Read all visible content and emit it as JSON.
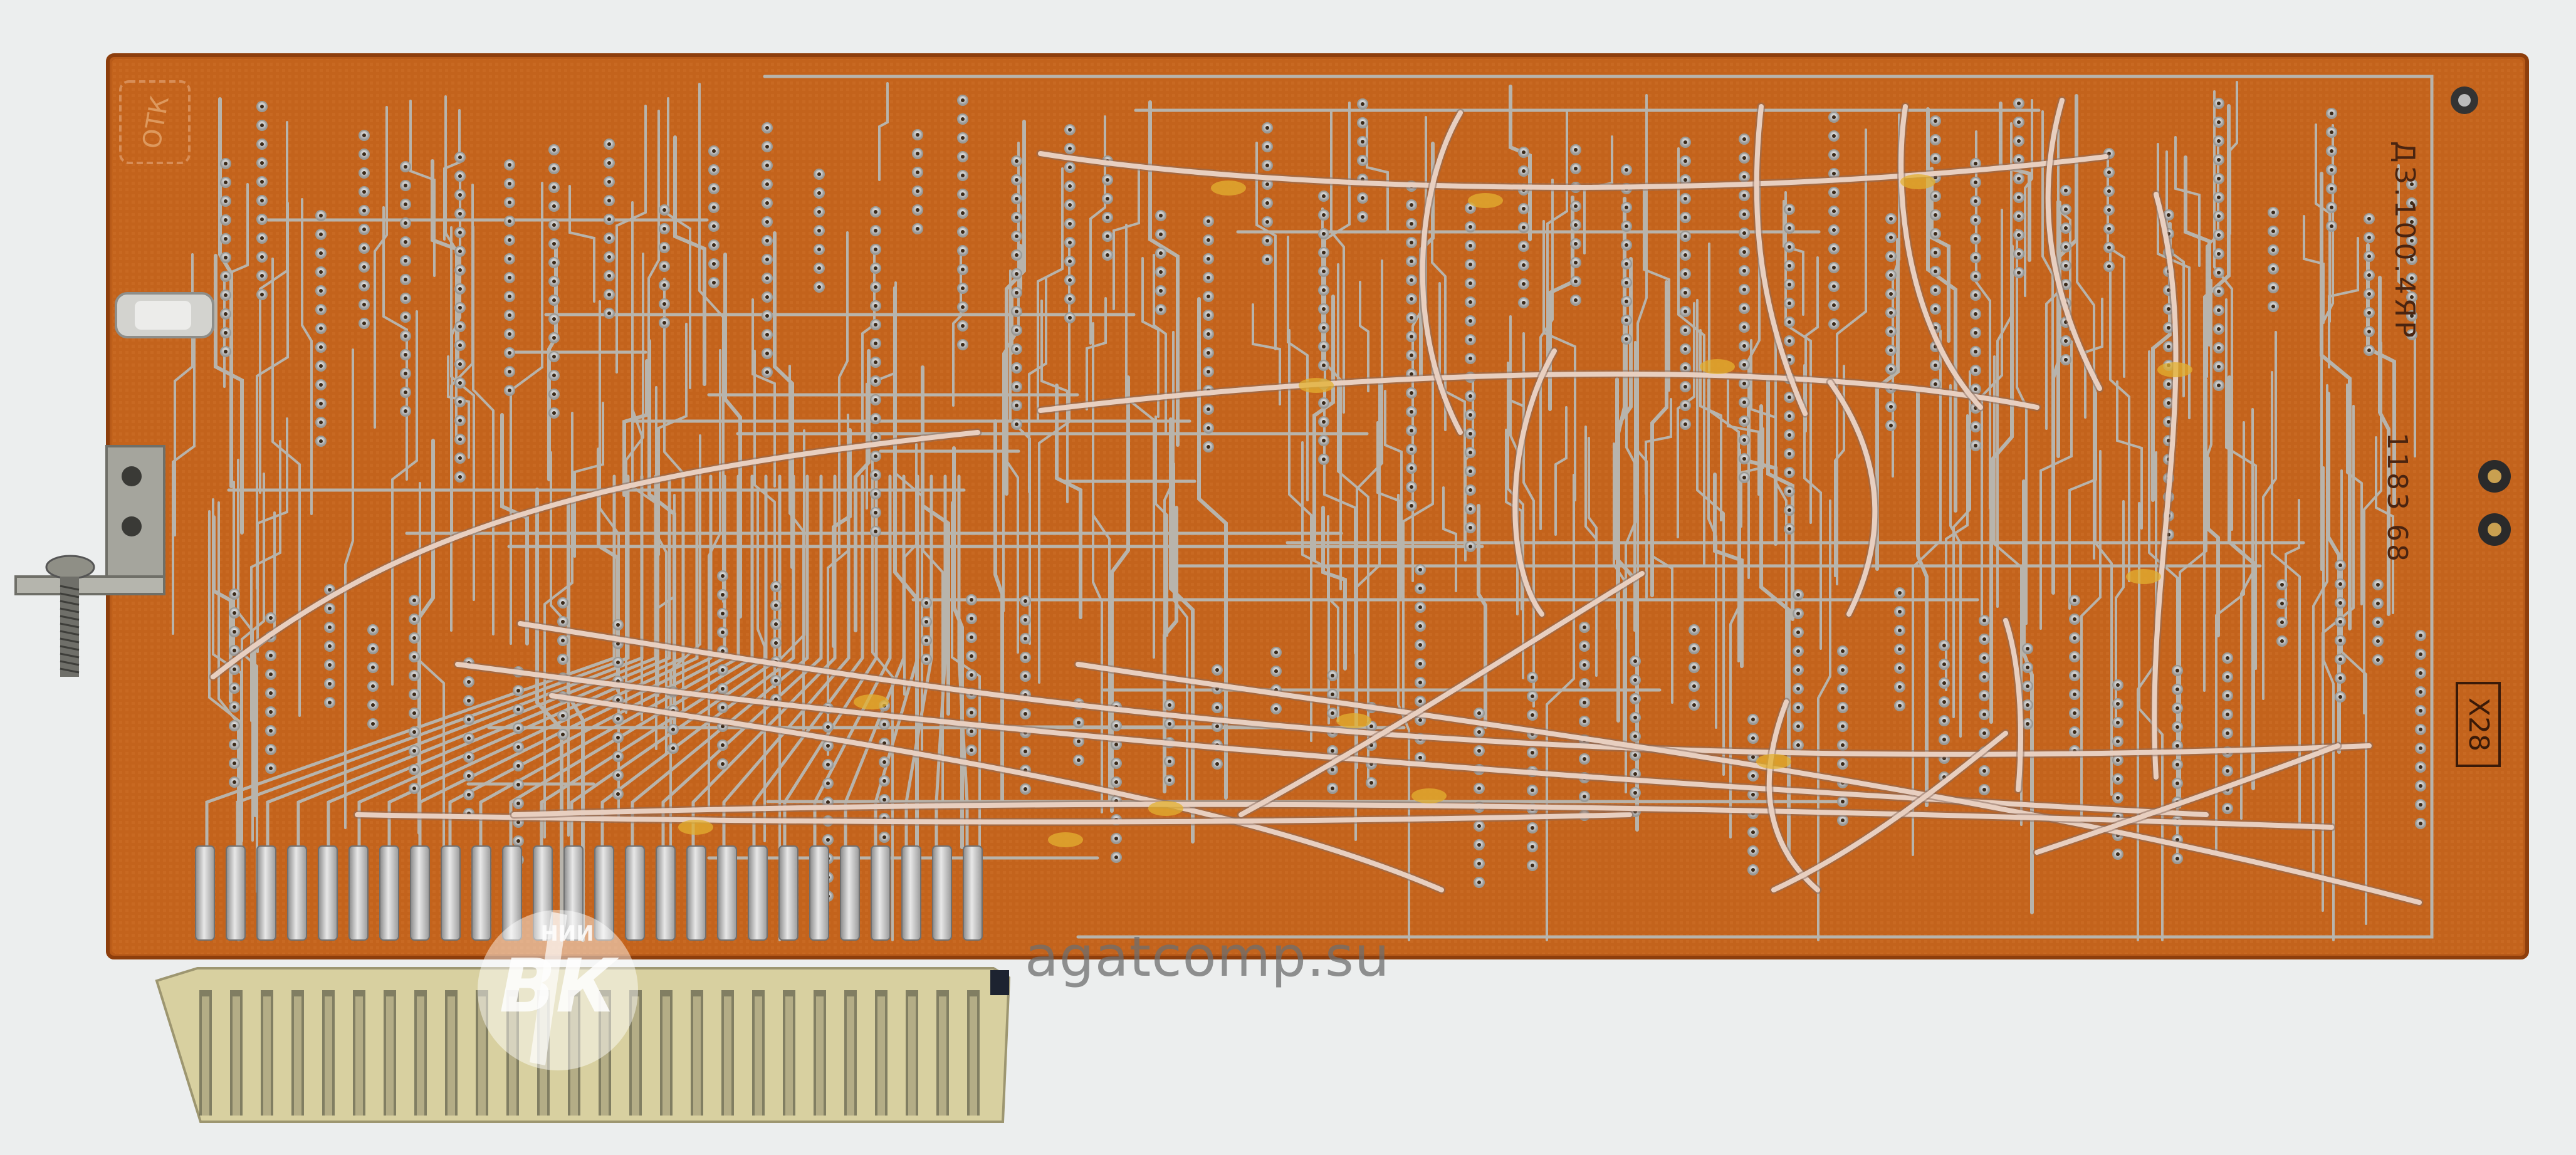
{
  "watermark": {
    "text": "agatcomp.su"
  },
  "logo": {
    "small_text": "НИИ",
    "big_text": "ВК"
  },
  "board_markings": {
    "vertical_code": "ДЗ.100.4ЯР",
    "number": "1183 68",
    "box_label": "Х28",
    "corner_stamp": "ОТК"
  }
}
